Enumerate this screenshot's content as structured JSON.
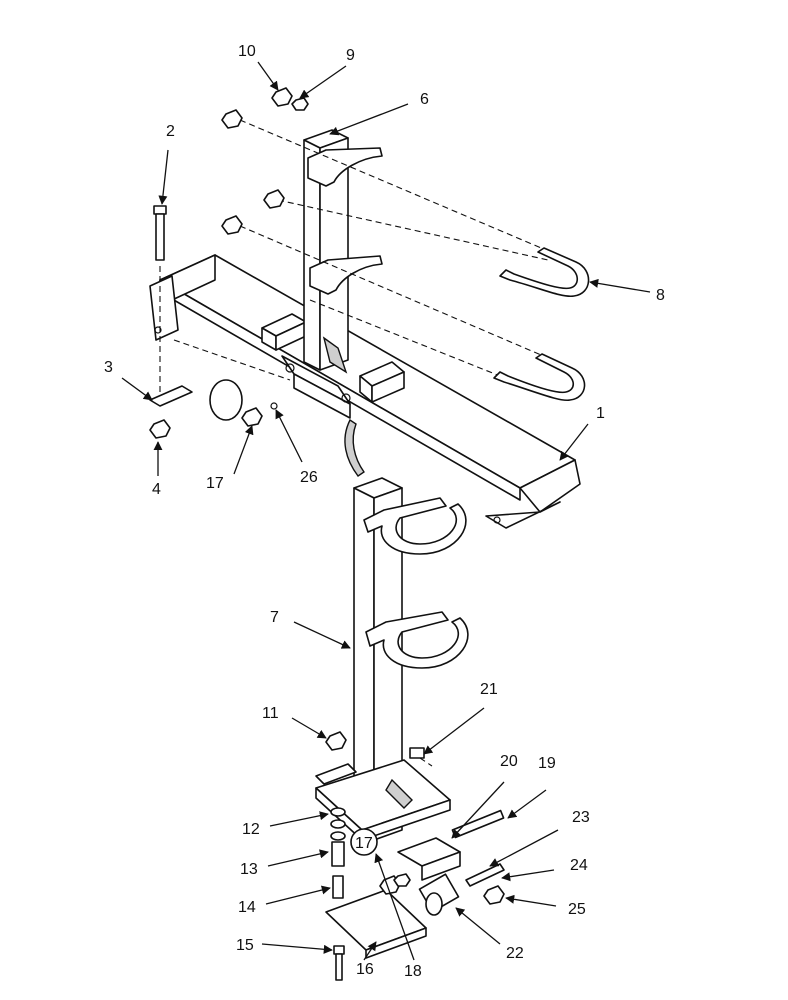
{
  "diagram": {
    "callouts": [
      {
        "id": "c1",
        "text": "1"
      },
      {
        "id": "c2",
        "text": "2"
      },
      {
        "id": "c3",
        "text": "3"
      },
      {
        "id": "c4",
        "text": "4"
      },
      {
        "id": "c6",
        "text": "6"
      },
      {
        "id": "c7",
        "text": "7"
      },
      {
        "id": "c8",
        "text": "8"
      },
      {
        "id": "c9",
        "text": "9"
      },
      {
        "id": "c10",
        "text": "10"
      },
      {
        "id": "c11",
        "text": "11"
      },
      {
        "id": "c12",
        "text": "12"
      },
      {
        "id": "c13",
        "text": "13"
      },
      {
        "id": "c14",
        "text": "14"
      },
      {
        "id": "c15",
        "text": "15"
      },
      {
        "id": "c16",
        "text": "16"
      },
      {
        "id": "c17a",
        "text": "17"
      },
      {
        "id": "c17b",
        "text": "17"
      },
      {
        "id": "c18",
        "text": "18"
      },
      {
        "id": "c19",
        "text": "19"
      },
      {
        "id": "c20",
        "text": "20"
      },
      {
        "id": "c21",
        "text": "21"
      },
      {
        "id": "c22",
        "text": "22"
      },
      {
        "id": "c23",
        "text": "23"
      },
      {
        "id": "c24",
        "text": "24"
      },
      {
        "id": "c25",
        "text": "25"
      },
      {
        "id": "c26",
        "text": "26"
      }
    ]
  }
}
